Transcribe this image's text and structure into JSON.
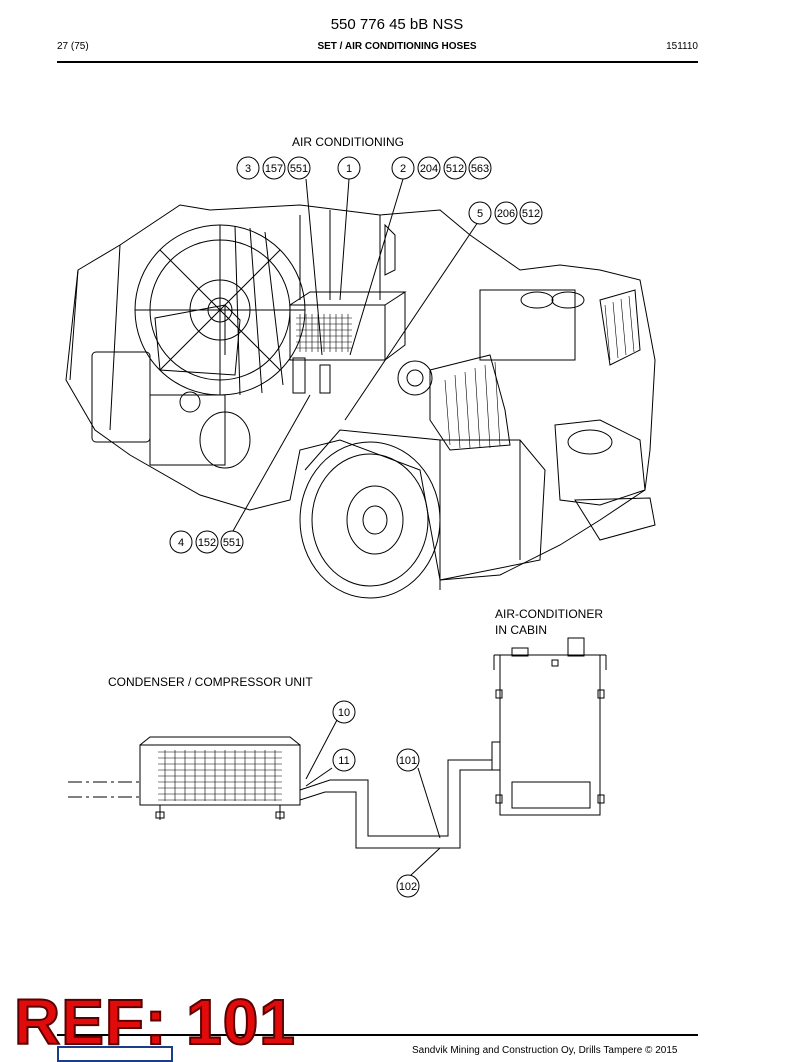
{
  "header": {
    "doc_title": "550 776 45 bB NSS",
    "page_ref": "27 (75)",
    "section_title": "SET / AIR CONDITIONING HOSES",
    "date_code": "151110"
  },
  "labels": {
    "air_conditioning": "AIR CONDITIONING",
    "air_conditioner_cabin_line1": "AIR-CONDITIONER",
    "air_conditioner_cabin_line2": "IN CABIN",
    "condenser_unit": "CONDENSER / COMPRESSOR UNIT"
  },
  "callout_groups": [
    {
      "group": "g3",
      "numbers": [
        "3",
        "157",
        "551"
      ]
    },
    {
      "group": "g1",
      "numbers": [
        "1"
      ]
    },
    {
      "group": "g2",
      "numbers": [
        "2",
        "204",
        "512",
        "563"
      ]
    },
    {
      "group": "g5",
      "numbers": [
        "5",
        "206",
        "512"
      ]
    },
    {
      "group": "g4",
      "numbers": [
        "4",
        "152",
        "551"
      ]
    },
    {
      "group": "g10",
      "numbers": [
        "10"
      ]
    },
    {
      "group": "g11",
      "numbers": [
        "11"
      ]
    },
    {
      "group": "g101",
      "numbers": [
        "101"
      ]
    },
    {
      "group": "g102",
      "numbers": [
        "102"
      ]
    }
  ],
  "stamp": {
    "text": "REF: 101",
    "color": "#e10b0b"
  },
  "footer": {
    "copyright": "Sandvik Mining and Construction Oy, Drills Tampere © 2015"
  }
}
